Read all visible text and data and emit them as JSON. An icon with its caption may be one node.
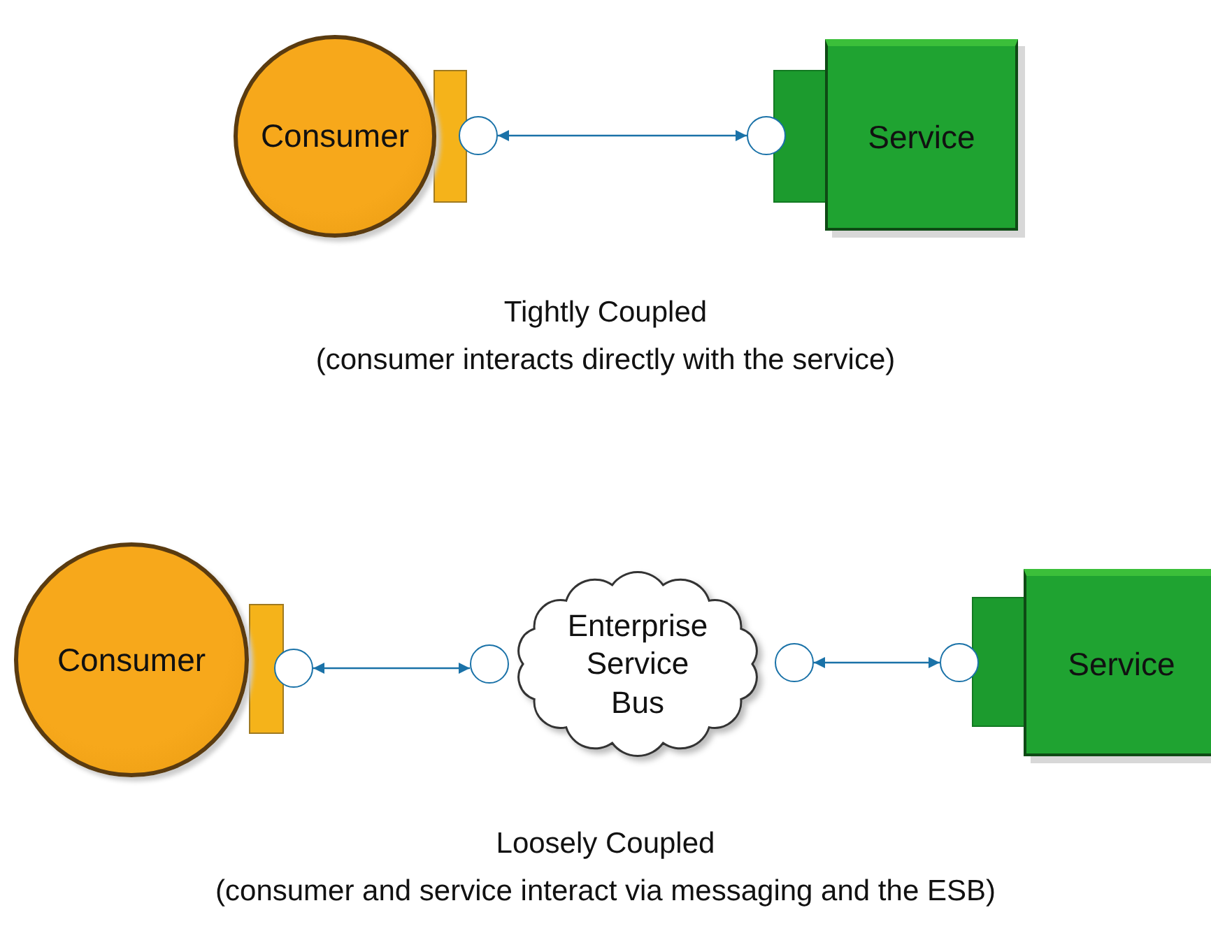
{
  "diagram": {
    "nodes": [
      {
        "text": [
          "Consumer"
        ]
      },
      {
        "text": [],
        "shape": "box"
      },
      {
        "text": [],
        "shape": "circle"
      },
      {
        "text": [],
        "shape": "circle"
      },
      {
        "text": [],
        "shape": "box"
      },
      {
        "text": [
          "Service"
        ]
      },
      {
        "text": [
          "Consumer"
        ]
      },
      {
        "text": [],
        "shape": "box"
      },
      {
        "text": [],
        "shape": "circle"
      },
      {
        "text": [],
        "shape": "circle"
      },
      {
        "text": [
          "Enterprise Service Bus"
        ]
      },
      {
        "text": [],
        "shape": "circle"
      },
      {
        "text": [],
        "shape": "circle"
      },
      {
        "text": [],
        "shape": "box"
      },
      {
        "text": [
          "Service"
        ]
      }
    ],
    "edges": [
      {
        "from": 2,
        "to": 3,
        "arrow": "both"
      },
      {
        "from": 8,
        "to": 9,
        "arrow": "both"
      },
      {
        "from": 11,
        "to": 12,
        "arrow": "both"
      }
    ],
    "labels": [
      "Tightly Coupled",
      "(consumer interacts directly with the service)",
      "Loosely Coupled",
      "(consumer and service interact via messaging and the ESB)"
    ]
  }
}
